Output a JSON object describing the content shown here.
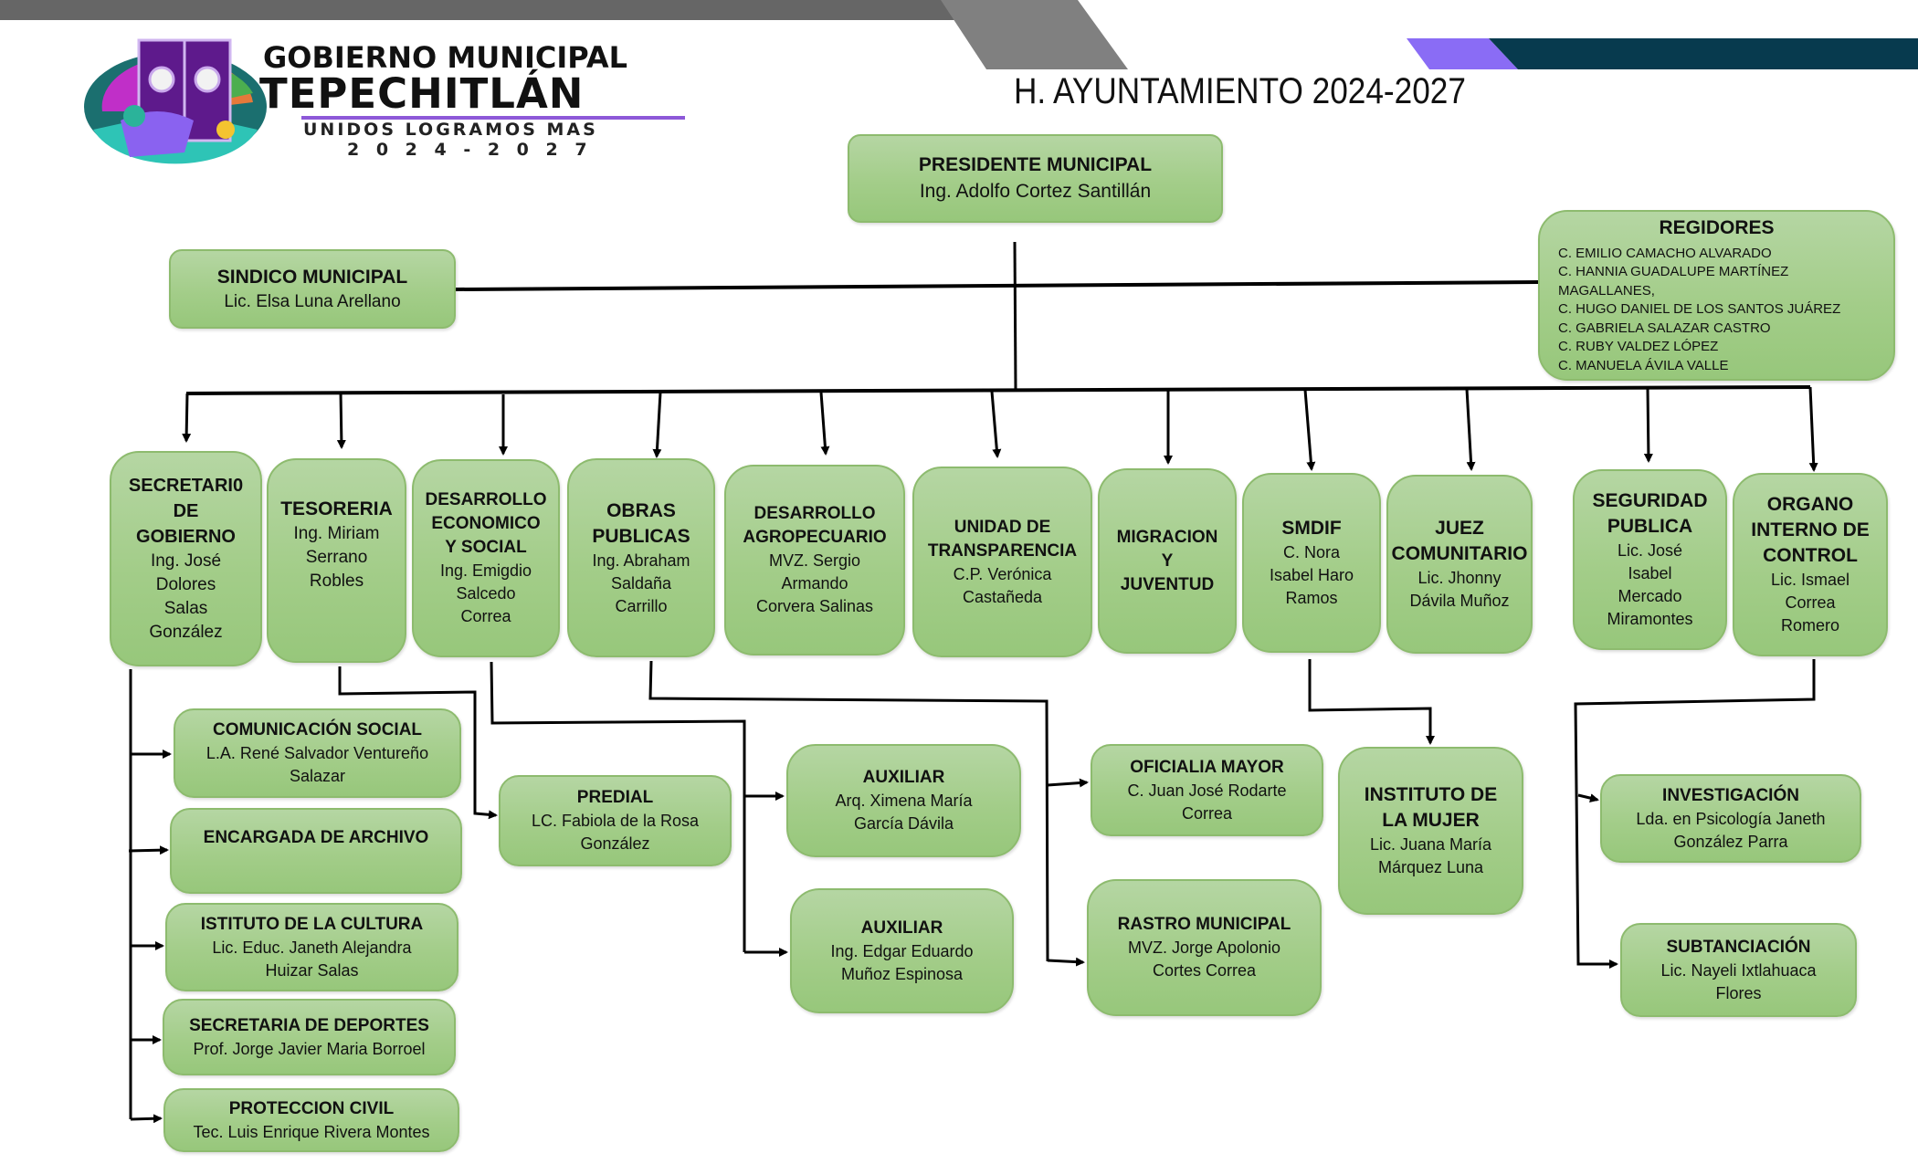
{
  "header": {
    "logo_line1": "GOBIERNO MUNICIPAL",
    "logo_line2": "TEPECHITLÁN",
    "logo_line3": "UNIDOS LOGRAMOS MAS",
    "logo_line4": "2 0 2 4 - 2 0 2 7",
    "title": "H. AYUNTAMIENTO 2024-2027"
  },
  "colors": {
    "box_fill": "#a3cd89",
    "box_border": "#8dbb6e",
    "band_dark_gray": "#666666",
    "band_gray": "#808080",
    "band_purple": "#8a6cf5",
    "band_navy": "#073a4e"
  },
  "presidente": {
    "title": "PRESIDENTE MUNICIPAL",
    "name": "Ing. Adolfo Cortez Santillán"
  },
  "sindico": {
    "title": "SINDICO MUNICIPAL",
    "name": "Lic. Elsa Luna Arellano"
  },
  "regidores": {
    "title": "REGIDORES",
    "members": [
      "C. EMILIO CAMACHO ALVARADO",
      "C. HANNIA GUADALUPE MARTÍNEZ MAGALLANES,",
      "C. HUGO DANIEL DE LOS SANTOS JUÁREZ",
      "C. GABRIELA SALAZAR CASTRO",
      "C. RUBY VALDEZ LÓPEZ",
      "C. MANUELA ÁVILA VALLE"
    ]
  },
  "departments": [
    {
      "title": [
        "SECRETARI0",
        "DE",
        "GOBIERNO"
      ],
      "name": [
        "Ing. José",
        "Dolores",
        "Salas",
        "González"
      ]
    },
    {
      "title": [
        "TESORERIA"
      ],
      "name": [
        "Ing. Miriam",
        "Serrano",
        "Robles"
      ]
    },
    {
      "title": [
        "DESARROLLO",
        "ECONOMICO",
        "Y SOCIAL"
      ],
      "name": [
        "Ing. Emigdio",
        "Salcedo",
        "Correa"
      ]
    },
    {
      "title": [
        "OBRAS",
        "PUBLICAS"
      ],
      "name": [
        "Ing. Abraham",
        "Saldaña",
        "Carrillo"
      ]
    },
    {
      "title": [
        "DESARROLLO",
        "AGROPECUARIO"
      ],
      "name": [
        "MVZ.  Sergio",
        "Armando",
        "Corvera Salinas"
      ]
    },
    {
      "title": [
        "UNIDAD DE",
        "TRANSPARENCIA"
      ],
      "name": [
        "C.P. Verónica",
        "Castañeda"
      ]
    },
    {
      "title": [
        "MIGRACION",
        "Y",
        "JUVENTUD"
      ],
      "name": []
    },
    {
      "title": [
        "SMDIF"
      ],
      "name": [
        "C. Nora",
        "Isabel Haro",
        "Ramos"
      ]
    },
    {
      "title": [
        "JUEZ",
        "COMUNITARIO"
      ],
      "name": [
        "Lic. Jhonny",
        "Dávila Muñoz"
      ]
    },
    {
      "title": [
        "SEGURIDAD",
        "PUBLICA"
      ],
      "name": [
        "Lic. José",
        "Isabel",
        "Mercado",
        "Miramontes"
      ]
    },
    {
      "title": [
        "ORGANO",
        "INTERNO DE",
        "CONTROL"
      ],
      "name": [
        "Lic. Ismael",
        "Correa",
        "Romero"
      ]
    }
  ],
  "subunits": {
    "comunicacion": {
      "title": "COMUNICACIÓN SOCIAL",
      "name": [
        "L.A. René Salvador Ventureño",
        "Salazar"
      ]
    },
    "archivo": {
      "title": "ENCARGADA DE ARCHIVO",
      "name": []
    },
    "cultura": {
      "title": "ISTITUTO DE LA CULTURA",
      "name": [
        "Lic. Educ. Janeth Alejandra",
        "Huizar Salas"
      ]
    },
    "deportes": {
      "title": "SECRETARIA DE DEPORTES",
      "name": [
        "Prof.  Jorge Javier Maria Borroel"
      ]
    },
    "proteccion": {
      "title": "PROTECCION CIVIL",
      "name": [
        "Tec. Luis Enrique Rivera Montes"
      ]
    },
    "predial": {
      "title": "PREDIAL",
      "name": [
        "LC. Fabiola de la Rosa",
        "González"
      ]
    },
    "auxiliar1": {
      "title": "AUXILIAR",
      "name": [
        "Arq. Ximena María",
        "García Dávila"
      ]
    },
    "auxiliar2": {
      "title": "AUXILIAR",
      "name": [
        "Ing. Edgar Eduardo",
        "Muñoz Espinosa"
      ]
    },
    "oficialia": {
      "title": "OFICIALIA MAYOR",
      "name": [
        "C. Juan José Rodarte",
        "Correa"
      ]
    },
    "rastro": {
      "title": "RASTRO MUNICIPAL",
      "name": [
        "MVZ.  Jorge Apolonio",
        "Cortes Correa"
      ]
    },
    "mujer": {
      "title": [
        "INSTITUTO DE",
        "LA MUJER"
      ],
      "name": [
        "Lic. Juana María",
        "Márquez Luna"
      ]
    },
    "investigacion": {
      "title": "INVESTIGACIÓN",
      "name": [
        "Lda. en Psicología Janeth",
        "González Parra"
      ]
    },
    "substanciacion": {
      "title": "SUBTANCIACIÓN",
      "name": [
        "Lic. Nayeli Ixtlahuaca",
        "Flores"
      ]
    }
  }
}
